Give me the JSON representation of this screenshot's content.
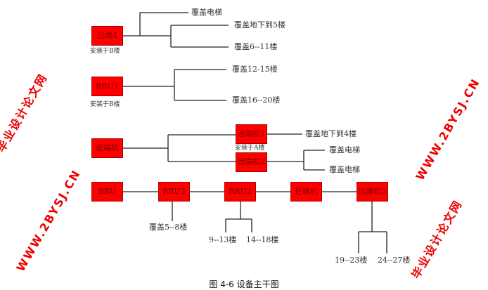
{
  "nodes": {
    "remote4": "远端4",
    "rru1": "RRU1",
    "remote": "远端机",
    "remote1": "远端机1",
    "remote2": "远端机2",
    "bbu": "BBU",
    "rru3": "RRU3",
    "rru2": "RRU2",
    "near": "近端机",
    "remote3": "远端机3"
  },
  "captions": {
    "remote4": "安装于B楼",
    "rru1": "安装于B楼",
    "remote12": "安装于A楼"
  },
  "coverage": {
    "r4_elevator": "覆盖电梯",
    "r4_b5": "覆盖地下到5楼",
    "r4_6_11": "覆盖6--11楼",
    "rru1_12_15": "覆盖12-15楼",
    "rru1_16_20": "覆盖16--20楼",
    "r1_b4": "覆盖地下到4楼",
    "r2_elevator": "覆盖电梯",
    "r2_elevator2": "覆盖电梯",
    "rru3_5_8": "覆盖5--8楼",
    "rru2_9_13": "9--13楼",
    "rru2_14_18": "14--18楼",
    "r3_19_23": "19--23楼",
    "r3_24_27": "24--27楼"
  },
  "watermark": {
    "cn": "毕业设计论文网",
    "url": "WWW.2BYSJ.CN"
  },
  "figure_caption": "图 4-6  设备主干图"
}
